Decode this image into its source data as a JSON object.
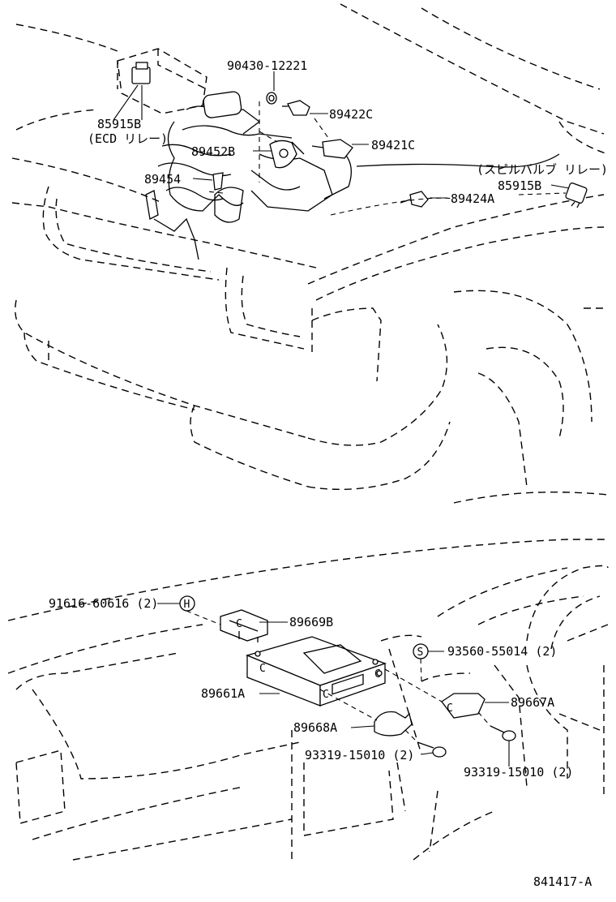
{
  "parts": [
    {
      "id": "p90430",
      "number": "90430-12221"
    },
    {
      "id": "p89422c",
      "number": "89422C"
    },
    {
      "id": "p89421c",
      "number": "89421C"
    },
    {
      "id": "p85915b_ecd",
      "number": "85915B",
      "note": "(ECD リレー)"
    },
    {
      "id": "p89452b",
      "number": "89452B"
    },
    {
      "id": "p89454",
      "number": "89454"
    },
    {
      "id": "p85915b_spill",
      "number": "85915B",
      "note": "(スピルバルブ リレー)"
    },
    {
      "id": "p89424a",
      "number": "89424A"
    },
    {
      "id": "p91616",
      "number": "91616-60616 (2)"
    },
    {
      "id": "p89669b",
      "number": "89669B"
    },
    {
      "id": "p93560",
      "number": "93560-55014 (2)"
    },
    {
      "id": "p89661a",
      "number": "89661A"
    },
    {
      "id": "p89667a",
      "number": "89667A"
    },
    {
      "id": "p89668a",
      "number": "89668A"
    },
    {
      "id": "p93319_a",
      "number": "93319-15010 (2)"
    },
    {
      "id": "p93319_b",
      "number": "93319-15010 (2)"
    }
  ],
  "markers": {
    "h_symbol": "H",
    "s_symbol": "S",
    "ecu_connector_mark": "C"
  },
  "diagram_code": "841417-A"
}
